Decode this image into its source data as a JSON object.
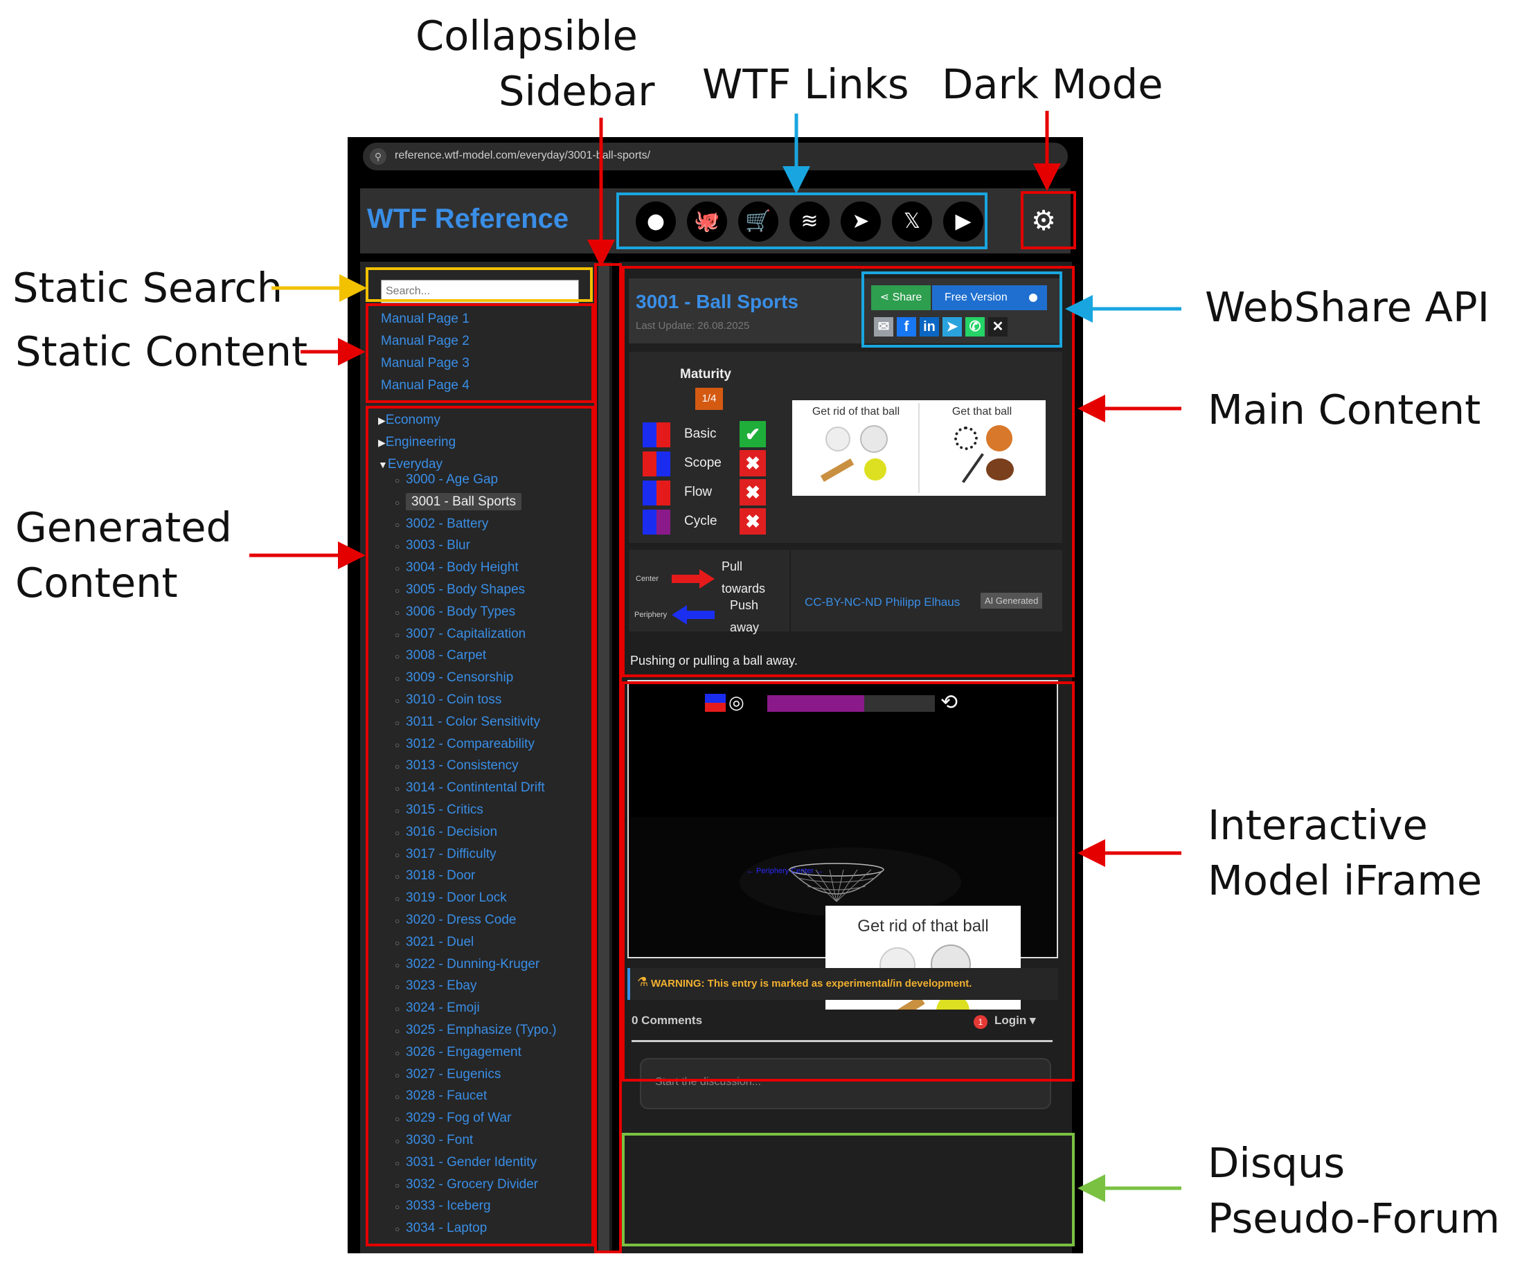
{
  "annotations": {
    "collapsible_sidebar": [
      "Collapsible",
      "Sidebar"
    ],
    "wtf_links": "WTF Links",
    "dark_mode": "Dark Mode",
    "static_search": "Static Search",
    "static_content": "Static Content",
    "generated_content": [
      "Generated",
      "Content"
    ],
    "webshare_api": "WebShare API",
    "main_content": "Main Content",
    "interactive_model": [
      "Interactive",
      "Model iFrame"
    ],
    "disqus": [
      "Disqus",
      "Pseudo-Forum"
    ]
  },
  "browser": {
    "url": "reference.wtf-model.com/everyday/3001-ball-sports/"
  },
  "header": {
    "title": "WTF Reference",
    "links": [
      {
        "icon": "chat-bubble-icon",
        "glyph": "●"
      },
      {
        "icon": "github-icon",
        "glyph": "🐙"
      },
      {
        "icon": "shop-cart-icon",
        "glyph": "🛒"
      },
      {
        "icon": "tornado-icon",
        "glyph": "≋"
      },
      {
        "icon": "telegram-icon",
        "glyph": "➤"
      },
      {
        "icon": "x-icon",
        "glyph": "𝕏"
      },
      {
        "icon": "youtube-icon",
        "glyph": "▶"
      }
    ],
    "settings_glyph": "⚙"
  },
  "sidebar": {
    "search_placeholder": "Search...",
    "manual_pages": [
      "Manual Page 1",
      "Manual Page 2",
      "Manual Page 3",
      "Manual Page 4"
    ],
    "categories": [
      {
        "label": "Economy",
        "expanded": false
      },
      {
        "label": "Engineering",
        "expanded": false
      },
      {
        "label": "Everyday",
        "expanded": true
      }
    ],
    "entries": [
      "3000 - Age Gap",
      "3001 - Ball Sports",
      "3002 - Battery",
      "3003 - Blur",
      "3004 - Body Height",
      "3005 - Body Shapes",
      "3006 - Body Types",
      "3007 - Capitalization",
      "3008 - Carpet",
      "3009 - Censorship",
      "3010 - Coin toss",
      "3011 - Color Sensitivity",
      "3012 - Compareability",
      "3013 - Consistency",
      "3014 - Contintental Drift",
      "3015 - Critics",
      "3016 - Decision",
      "3017 - Difficulty",
      "3018 - Door",
      "3019 - Door Lock",
      "3020 - Dress Code",
      "3021 - Duel",
      "3022 - Dunning-Kruger",
      "3023 - Ebay",
      "3024 - Emoji",
      "3025 - Emphasize (Typo.)",
      "3026 - Engagement",
      "3027 - Eugenics",
      "3028 - Faucet",
      "3029 - Fog of War",
      "3030 - Font",
      "3031 - Gender Identity",
      "3032 - Grocery Divider",
      "3033 - Iceberg",
      "3034 - Laptop"
    ],
    "active_entry": "3001 - Ball Sports"
  },
  "main": {
    "title": "3001 - Ball Sports",
    "last_update": "Last Update: 26.08.2025",
    "share_label": "Share",
    "free_version_label": "Free Version",
    "share_targets": [
      {
        "icon": "email-icon",
        "glyph": "✉",
        "color": "#9aa0a6"
      },
      {
        "icon": "facebook-icon",
        "glyph": "f",
        "color": "#1877f2"
      },
      {
        "icon": "linkedin-icon",
        "glyph": "in",
        "color": "#0a66c2"
      },
      {
        "icon": "telegram-share-icon",
        "glyph": "➤",
        "color": "#2aa3dd"
      },
      {
        "icon": "whatsapp-icon",
        "glyph": "✆",
        "color": "#25d366"
      },
      {
        "icon": "x-share-icon",
        "glyph": "✕",
        "color": "#1f1f1f"
      }
    ],
    "maturity": {
      "label": "Maturity",
      "level": "1/4",
      "rows": [
        {
          "label": "Basic",
          "status": "✔",
          "color": "#1fae3a"
        },
        {
          "label": "Scope",
          "status": "✖",
          "color": "#e02020"
        },
        {
          "label": "Flow",
          "status": "✖",
          "color": "#e02020"
        },
        {
          "label": "Cycle",
          "status": "✖",
          "color": "#e02020"
        }
      ]
    },
    "image_captions": [
      "Get rid of that ball",
      "Get that ball"
    ],
    "center_label": "Center",
    "periphery_label": "Periphery",
    "pull_label": [
      "Pull",
      "towards"
    ],
    "push_label": [
      "Push",
      "away"
    ],
    "license": "CC-BY-NC-ND Philipp Elhaus",
    "ai_badge": "AI Generated",
    "description": "Pushing or pulling a ball away."
  },
  "model": {
    "progress": 0.58,
    "loop_glyph": "⟲",
    "axis_label": "← Periphery  Center →",
    "card_title": "Get rid of that ball"
  },
  "warning": {
    "glyph": "⚗",
    "text": "WARNING: This entry is marked as experimental/in development."
  },
  "disqus": {
    "comments": "0 Comments",
    "notifications": "1",
    "login": "Login ▾",
    "placeholder": "Start the discussion..."
  }
}
